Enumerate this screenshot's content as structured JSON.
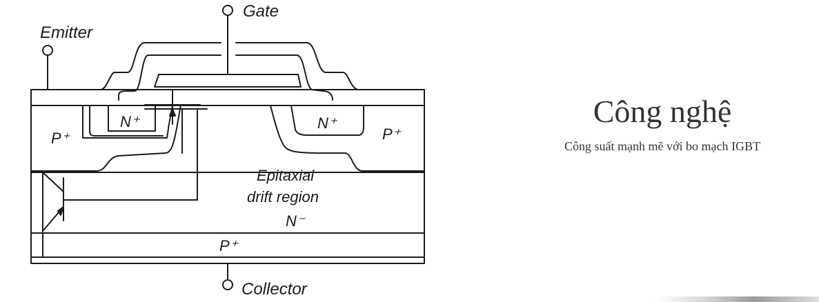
{
  "diagram": {
    "labels": {
      "gate": "Gate",
      "emitter": "Emitter",
      "collector": "Collector",
      "n_plus_left": "N⁺",
      "n_plus_right": "N⁺",
      "p_plus_left": "P⁺",
      "p_plus_right": "P⁺",
      "p_plus_bottom": "P⁺",
      "drift_line1": "Epitaxial",
      "drift_line2": "drift region",
      "n_minus": "N⁻"
    }
  },
  "content": {
    "heading": "Công nghệ",
    "subheading": "Công suất mạnh mẽ với bo mạch IGBT"
  }
}
